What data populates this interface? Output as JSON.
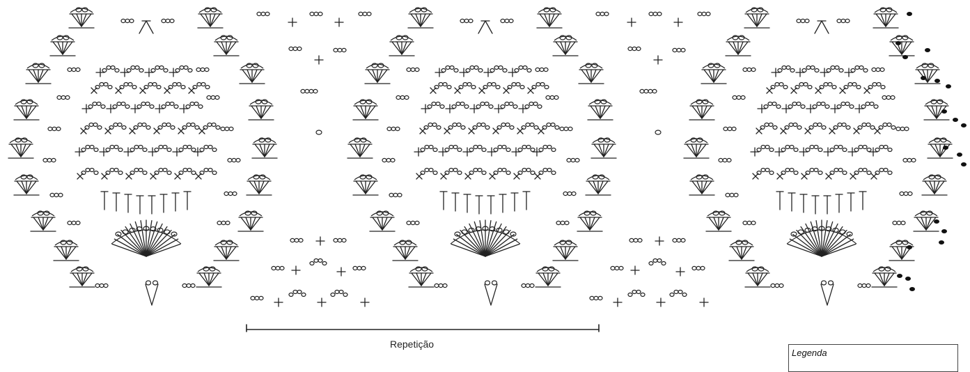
{
  "diagram": {
    "repeat_label": "Repetição",
    "legend_title": "Legenda",
    "stroke_color": "#222222",
    "fill_marker_color": "#111111",
    "symbols": [
      "shell-fan",
      "chain-loop",
      "single-crochet-plus",
      "single-crochet-x",
      "v-stitch",
      "double-crochet-fan"
    ]
  }
}
